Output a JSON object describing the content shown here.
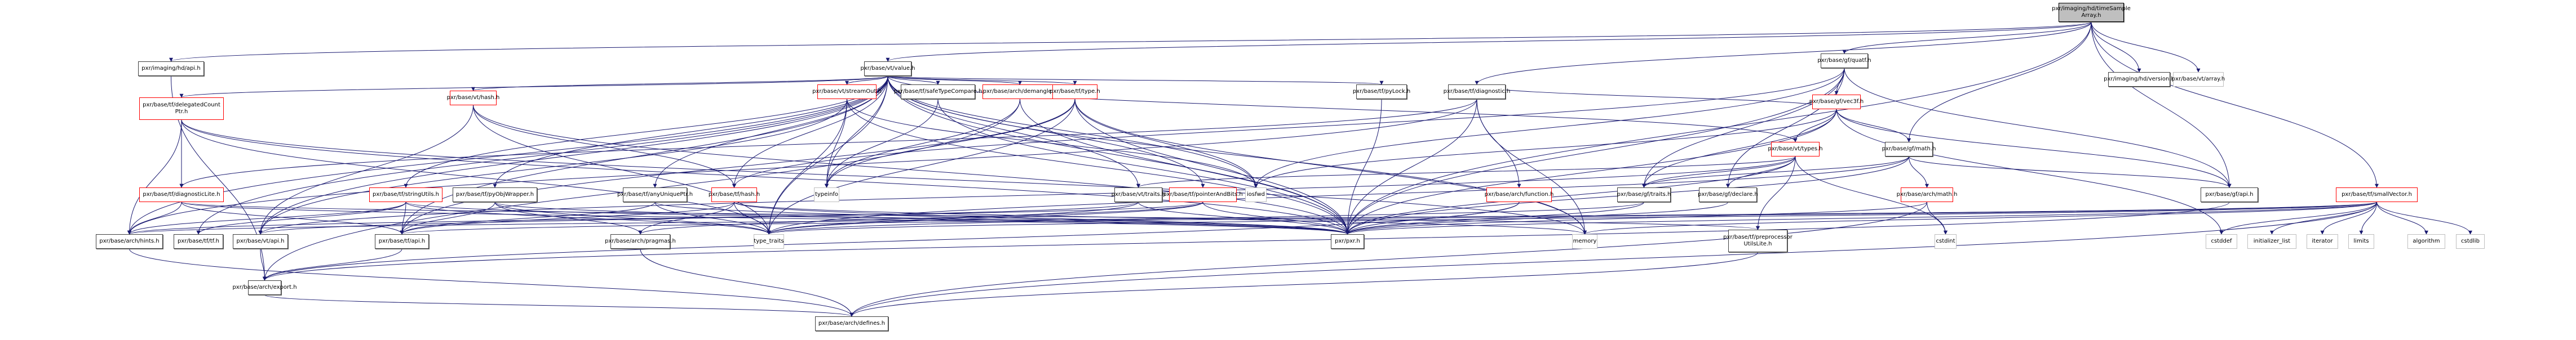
{
  "title": "pxr/imaging/hd/timeSampleArray.h include dependency graph",
  "colors": {
    "edge": "#191970",
    "root_fill": "#bfbfbf",
    "documented_border": "#404040",
    "truncated_border": "#ff0000",
    "external_border": "#bfbfbf"
  },
  "nodes": [
    {
      "id": "root",
      "label": "pxr/imaging/hd/timeSample\nArray.h",
      "kind": "root"
    },
    {
      "id": "quatf",
      "label": "pxr/base/gf/quatf.h",
      "kind": "normal"
    },
    {
      "id": "hdversion",
      "label": "pxr/imaging/hd/version.h",
      "kind": "normal"
    },
    {
      "id": "vtarray",
      "label": "pxr/base/vt/array.h",
      "kind": "external"
    },
    {
      "id": "hdapi",
      "label": "pxr/imaging/hd/api.h",
      "kind": "normal"
    },
    {
      "id": "vtvalue",
      "label": "pxr/base/vt/value.h",
      "kind": "normal"
    },
    {
      "id": "vec3f",
      "label": "pxr/base/gf/vec3f.h",
      "kind": "red"
    },
    {
      "id": "delegated",
      "label": "pxr/base/tf/delegatedCount\nPtr.h",
      "kind": "red"
    },
    {
      "id": "vthash",
      "label": "pxr/base/vt/hash.h",
      "kind": "red"
    },
    {
      "id": "streamout",
      "label": "pxr/base/vt/streamOut.h",
      "kind": "red"
    },
    {
      "id": "safetype",
      "label": "pxr/base/tf/safeTypeCompare.h",
      "kind": "normal"
    },
    {
      "id": "demangle",
      "label": "pxr/base/arch/demangle.h",
      "kind": "red"
    },
    {
      "id": "tftype",
      "label": "pxr/base/tf/type.h",
      "kind": "red"
    },
    {
      "id": "pylock",
      "label": "pxr/base/tf/pyLock.h",
      "kind": "normal"
    },
    {
      "id": "tfdiag",
      "label": "pxr/base/tf/diagnostic.h",
      "kind": "normal"
    },
    {
      "id": "vttypes",
      "label": "pxr/base/vt/types.h",
      "kind": "red"
    },
    {
      "id": "gfmath",
      "label": "pxr/base/gf/math.h",
      "kind": "normal"
    },
    {
      "id": "smallvec",
      "label": "pxr/base/tf/smallVector.h",
      "kind": "red"
    },
    {
      "id": "diaglite",
      "label": "pxr/base/tf/diagnosticLite.h",
      "kind": "red"
    },
    {
      "id": "stringutils",
      "label": "pxr/base/tf/stringUtils.h",
      "kind": "red"
    },
    {
      "id": "pyobj",
      "label": "pxr/base/tf/pyObjWrapper.h",
      "kind": "normal"
    },
    {
      "id": "anyunique",
      "label": "pxr/base/tf/anyUniquePtr.h",
      "kind": "normal"
    },
    {
      "id": "tfhash",
      "label": "pxr/base/tf/hash.h",
      "kind": "red"
    },
    {
      "id": "typeinfo",
      "label": "typeinfo",
      "kind": "external"
    },
    {
      "id": "vttraits",
      "label": "pxr/base/vt/traits.h",
      "kind": "normal"
    },
    {
      "id": "ptrbits",
      "label": "pxr/base/tf/pointerAndBits.h",
      "kind": "red"
    },
    {
      "id": "iosfwd",
      "label": "iosfwd",
      "kind": "external"
    },
    {
      "id": "archfunc",
      "label": "pxr/base/arch/function.h",
      "kind": "red"
    },
    {
      "id": "gftraits",
      "label": "pxr/base/gf/traits.h",
      "kind": "normal"
    },
    {
      "id": "gfdeclare",
      "label": "pxr/base/gf/declare.h",
      "kind": "normal"
    },
    {
      "id": "archmath",
      "label": "pxr/base/arch/math.h",
      "kind": "red"
    },
    {
      "id": "gfapi",
      "label": "pxr/base/gf/api.h",
      "kind": "normal"
    },
    {
      "id": "hints",
      "label": "pxr/base/arch/hints.h",
      "kind": "normal"
    },
    {
      "id": "tftf",
      "label": "pxr/base/tf/tf.h",
      "kind": "normal"
    },
    {
      "id": "vtapi",
      "label": "pxr/base/vt/api.h",
      "kind": "normal"
    },
    {
      "id": "tfapi",
      "label": "pxr/base/tf/api.h",
      "kind": "normal"
    },
    {
      "id": "pragmas",
      "label": "pxr/base/arch/pragmas.h",
      "kind": "normal"
    },
    {
      "id": "typetraits",
      "label": "type_traits",
      "kind": "external"
    },
    {
      "id": "pxr",
      "label": "pxr/pxr.h",
      "kind": "normal"
    },
    {
      "id": "memory",
      "label": "memory",
      "kind": "external"
    },
    {
      "id": "preproc",
      "label": "pxr/base/tf/preprocessor\nUtilsLite.h",
      "kind": "normal"
    },
    {
      "id": "cstdint",
      "label": "cstdint",
      "kind": "external"
    },
    {
      "id": "cstddef",
      "label": "cstddef",
      "kind": "external"
    },
    {
      "id": "initlist",
      "label": "initializer_list",
      "kind": "external"
    },
    {
      "id": "iterator",
      "label": "iterator",
      "kind": "external"
    },
    {
      "id": "limits",
      "label": "limits",
      "kind": "external"
    },
    {
      "id": "algorithm",
      "label": "algorithm",
      "kind": "external"
    },
    {
      "id": "cstdlib",
      "label": "cstdlib",
      "kind": "external"
    },
    {
      "id": "export",
      "label": "pxr/base/arch/export.h",
      "kind": "normal"
    },
    {
      "id": "defines",
      "label": "pxr/base/arch/defines.h",
      "kind": "normal"
    }
  ],
  "edges": [
    [
      "root",
      "quatf"
    ],
    [
      "root",
      "hdversion"
    ],
    [
      "root",
      "vtarray"
    ],
    [
      "root",
      "hdapi"
    ],
    [
      "root",
      "vtvalue"
    ],
    [
      "root",
      "gfmath"
    ],
    [
      "root",
      "smallvec"
    ],
    [
      "root",
      "tfdiag"
    ],
    [
      "root",
      "pxr"
    ],
    [
      "root",
      "gfapi"
    ],
    [
      "quatf",
      "vec3f"
    ],
    [
      "quatf",
      "gfapi"
    ],
    [
      "quatf",
      "gfdeclare"
    ],
    [
      "quatf",
      "gftraits"
    ],
    [
      "quatf",
      "pxr"
    ],
    [
      "quatf",
      "tfhash"
    ],
    [
      "quatf",
      "iosfwd"
    ],
    [
      "vec3f",
      "gfmath"
    ],
    [
      "vec3f",
      "vttypes"
    ],
    [
      "vec3f",
      "gftraits"
    ],
    [
      "vec3f",
      "pxr"
    ],
    [
      "vec3f",
      "gfapi"
    ],
    [
      "vec3f",
      "cstddef"
    ],
    [
      "vec3f",
      "tfdiag"
    ],
    [
      "vec3f",
      "iosfwd"
    ],
    [
      "hdapi",
      "export"
    ],
    [
      "vtvalue",
      "delegated"
    ],
    [
      "vtvalue",
      "vthash"
    ],
    [
      "vtvalue",
      "streamout"
    ],
    [
      "vtvalue",
      "safetype"
    ],
    [
      "vtvalue",
      "demangle"
    ],
    [
      "vtvalue",
      "tftype"
    ],
    [
      "vtvalue",
      "pylock"
    ],
    [
      "vtvalue",
      "vttypes"
    ],
    [
      "vtvalue",
      "stringutils"
    ],
    [
      "vtvalue",
      "pyobj"
    ],
    [
      "vtvalue",
      "anyunique"
    ],
    [
      "vtvalue",
      "tfhash"
    ],
    [
      "vtvalue",
      "typeinfo"
    ],
    [
      "vtvalue",
      "vttraits"
    ],
    [
      "vtvalue",
      "ptrbits"
    ],
    [
      "vtvalue",
      "iosfwd"
    ],
    [
      "vtvalue",
      "hints"
    ],
    [
      "vtvalue",
      "tftf"
    ],
    [
      "vtvalue",
      "vtapi"
    ],
    [
      "vtvalue",
      "tfapi"
    ],
    [
      "vtvalue",
      "typetraits"
    ],
    [
      "vtvalue",
      "pxr"
    ],
    [
      "vtvalue",
      "memory"
    ],
    [
      "delegated",
      "diaglite"
    ],
    [
      "delegated",
      "hints"
    ],
    [
      "delegated",
      "pxr"
    ],
    [
      "delegated",
      "typetraits"
    ],
    [
      "delegated",
      "memory"
    ],
    [
      "diaglite",
      "hints"
    ],
    [
      "diaglite",
      "tfapi"
    ],
    [
      "diaglite",
      "preproc"
    ],
    [
      "diaglite",
      "pxr"
    ],
    [
      "vthash",
      "tfhash"
    ],
    [
      "vthash",
      "vtapi"
    ],
    [
      "vthash",
      "typetraits"
    ],
    [
      "vthash",
      "pxr"
    ],
    [
      "streamout",
      "vtapi"
    ],
    [
      "streamout",
      "typeinfo"
    ],
    [
      "streamout",
      "typetraits"
    ],
    [
      "streamout",
      "iosfwd"
    ],
    [
      "streamout",
      "pxr"
    ],
    [
      "safetype",
      "typeinfo"
    ],
    [
      "safetype",
      "pxr"
    ],
    [
      "demangle",
      "typeinfo"
    ],
    [
      "demangle",
      "pxr"
    ],
    [
      "demangle",
      "export"
    ],
    [
      "tftype",
      "typeinfo"
    ],
    [
      "tftype",
      "tfapi"
    ],
    [
      "tftype",
      "iosfwd"
    ],
    [
      "tftype",
      "memory"
    ],
    [
      "tftype",
      "pxr"
    ],
    [
      "tftype",
      "typetraits"
    ],
    [
      "pylock",
      "pxr"
    ],
    [
      "tfdiag",
      "archfunc"
    ],
    [
      "tfdiag",
      "diaglite"
    ],
    [
      "tfdiag",
      "memory"
    ],
    [
      "tfdiag",
      "pxr"
    ],
    [
      "tfdiag",
      "hints"
    ],
    [
      "vttypes",
      "gfdeclare"
    ],
    [
      "vttypes",
      "vttraits"
    ],
    [
      "vttypes",
      "gftraits"
    ],
    [
      "vttypes",
      "vtapi"
    ],
    [
      "vttypes",
      "pxr"
    ],
    [
      "vttypes",
      "preproc"
    ],
    [
      "vttypes",
      "cstdint"
    ],
    [
      "gfmath",
      "archmath"
    ],
    [
      "gfmath",
      "gfapi"
    ],
    [
      "gfmath",
      "gftraits"
    ],
    [
      "gfmath",
      "pxr"
    ],
    [
      "gfmath",
      "typetraits"
    ],
    [
      "archmath",
      "defines"
    ],
    [
      "archmath",
      "pxr"
    ],
    [
      "archmath",
      "cstdint"
    ],
    [
      "smallvec",
      "cstddef"
    ],
    [
      "smallvec",
      "initlist"
    ],
    [
      "smallvec",
      "iterator"
    ],
    [
      "smallvec",
      "limits"
    ],
    [
      "smallvec",
      "algorithm"
    ],
    [
      "smallvec",
      "cstdlib"
    ],
    [
      "smallvec",
      "memory"
    ],
    [
      "smallvec",
      "typetraits"
    ],
    [
      "smallvec",
      "pxr"
    ],
    [
      "smallvec",
      "tfapi"
    ],
    [
      "smallvec",
      "hints"
    ],
    [
      "smallvec",
      "defines"
    ],
    [
      "stringutils",
      "tfapi"
    ],
    [
      "stringutils",
      "tftf"
    ],
    [
      "stringutils",
      "hints"
    ],
    [
      "stringutils",
      "typetraits"
    ],
    [
      "stringutils",
      "pxr"
    ],
    [
      "pyobj",
      "tfapi"
    ],
    [
      "pyobj",
      "pragmas"
    ],
    [
      "pyobj",
      "pxr"
    ],
    [
      "pyobj",
      "typetraits"
    ],
    [
      "anyunique",
      "typetraits"
    ],
    [
      "anyunique",
      "pxr"
    ],
    [
      "anyunique",
      "tfapi"
    ],
    [
      "tfhash",
      "typetraits"
    ],
    [
      "tfhash",
      "tfapi"
    ],
    [
      "tfhash",
      "pxr"
    ],
    [
      "tfhash",
      "memory"
    ],
    [
      "tfhash",
      "pragmas"
    ],
    [
      "vttraits",
      "typetraits"
    ],
    [
      "vttraits",
      "pxr"
    ],
    [
      "vttraits",
      "vtapi"
    ],
    [
      "ptrbits",
      "pxr"
    ],
    [
      "ptrbits",
      "typetraits"
    ],
    [
      "ptrbits",
      "hints"
    ],
    [
      "ptrbits",
      "pragmas"
    ],
    [
      "archfunc",
      "pxr"
    ],
    [
      "archfunc",
      "export"
    ],
    [
      "gftraits",
      "typetraits"
    ],
    [
      "gftraits",
      "pxr"
    ],
    [
      "gfdeclare",
      "pxr"
    ],
    [
      "gfapi",
      "export"
    ],
    [
      "vtapi",
      "export"
    ],
    [
      "tfapi",
      "export"
    ],
    [
      "export",
      "defines"
    ],
    [
      "pragmas",
      "defines"
    ],
    [
      "hints",
      "defines"
    ],
    [
      "preproc",
      "defines"
    ]
  ]
}
